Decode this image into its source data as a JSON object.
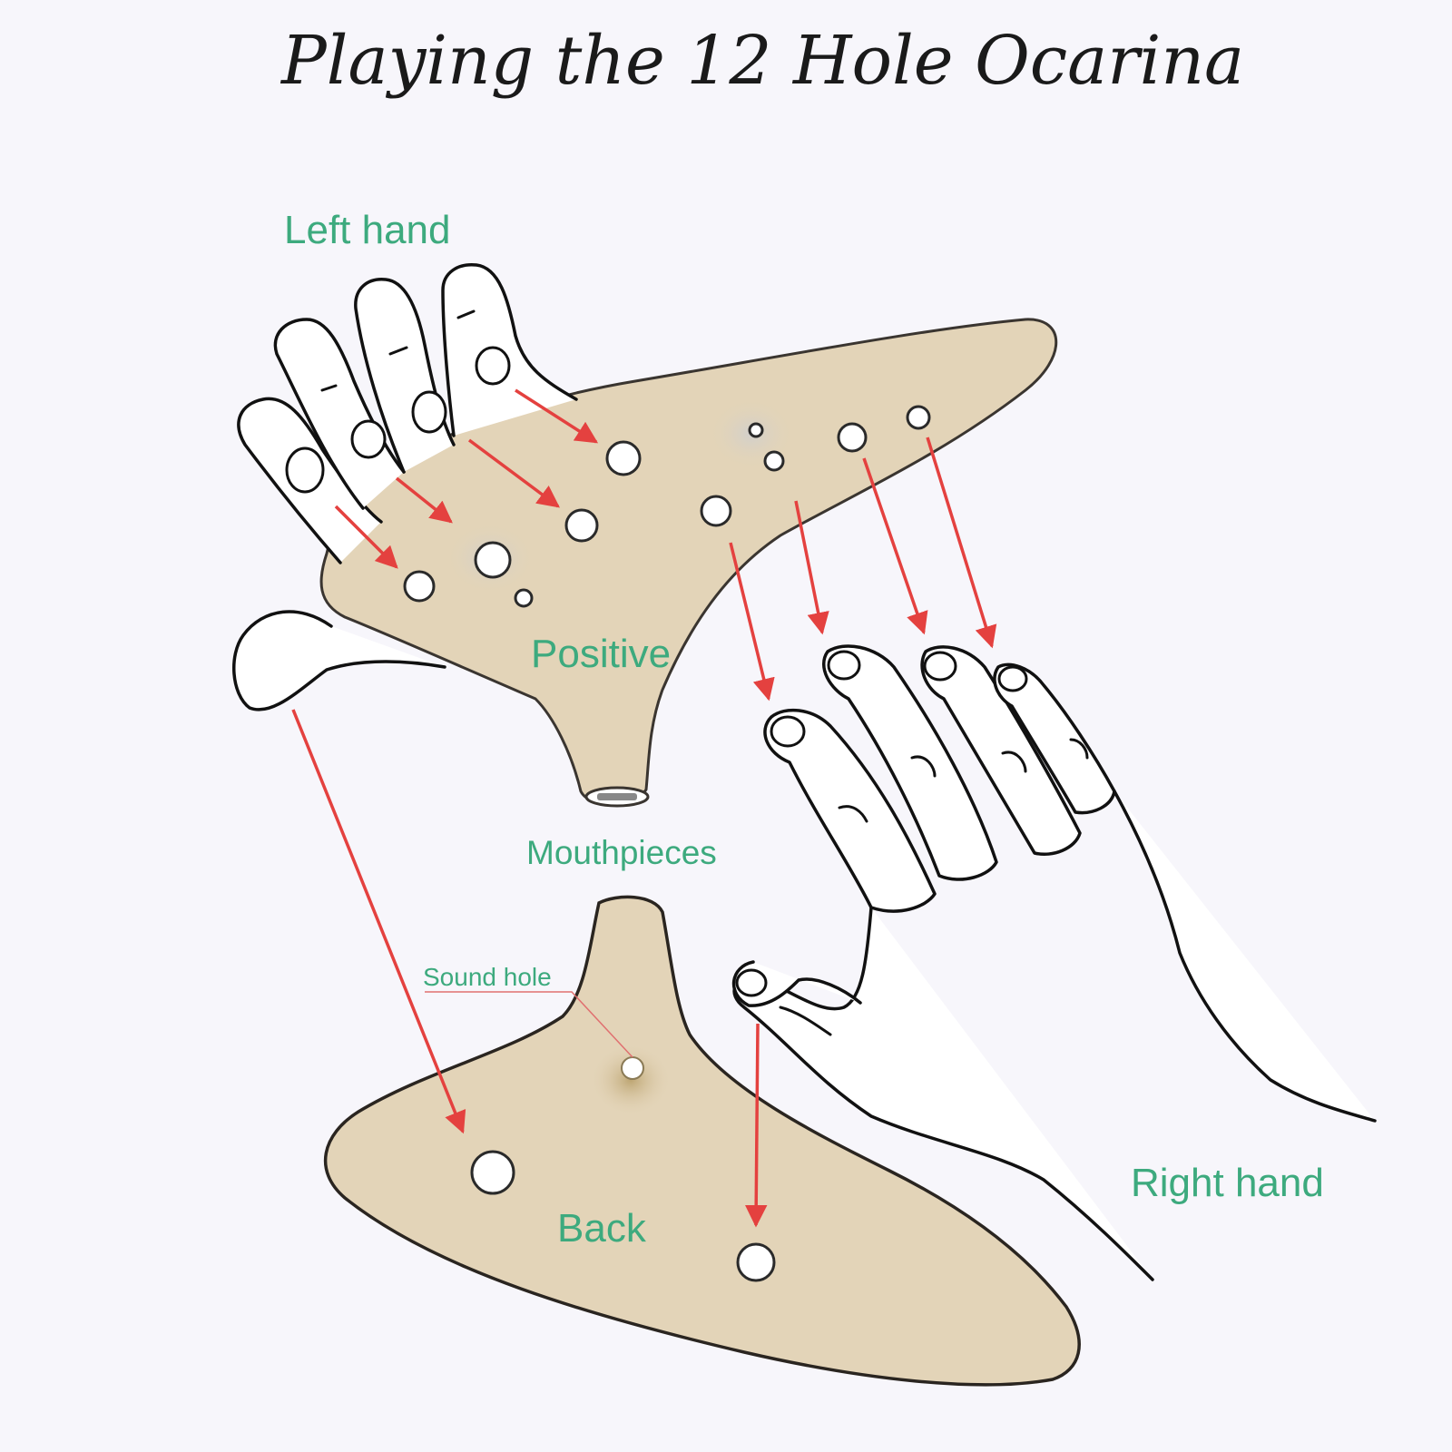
{
  "title": "Playing the 12 Hole Ocarina",
  "labels": {
    "left_hand": "Left hand",
    "positive": "Positive",
    "mouthpieces": "Mouthpieces",
    "sound_hole": "Sound hole",
    "back": "Back",
    "right_hand": "Right hand"
  },
  "colors": {
    "label_green": "#3daa7e",
    "arrow_red": "#e4413f",
    "ocarina_body": "#e3d4b8",
    "background": "#f7f6fb"
  }
}
